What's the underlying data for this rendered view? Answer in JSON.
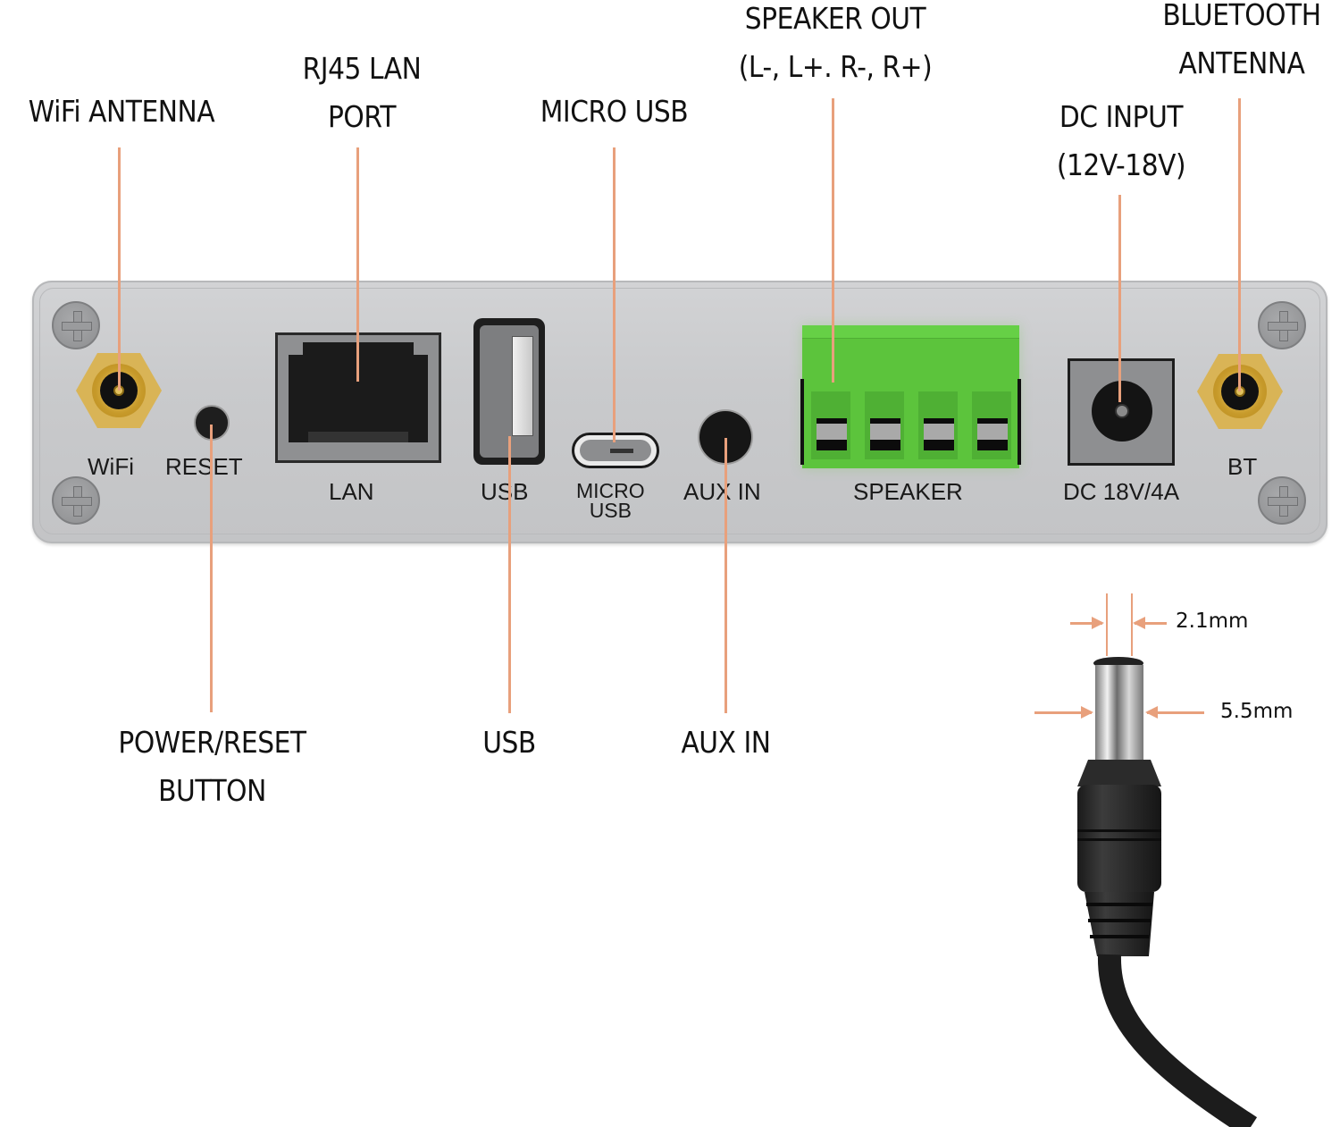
{
  "callouts": {
    "wifi_antenna": "WiFi  ANTENNA",
    "rj45_line1": "RJ45 LAN",
    "rj45_line2": "PORT",
    "micro_usb": "MICRO  USB",
    "speaker_out_line1": "SPEAKER  OUT",
    "speaker_out_line2": "(L-, L+. R-, R+)",
    "dc_input_line1": "DC INPUT",
    "dc_input_line2": "(12V-18V)",
    "bluetooth_line1": "BLUETOOTH",
    "bluetooth_line2": "ANTENNA",
    "power_reset_line1": "POWER/RESET",
    "power_reset_line2": "BUTTON",
    "usb": "USB",
    "aux_in": "AUX IN"
  },
  "panel_labels": {
    "wifi": "WiFi",
    "reset": "RESET",
    "lan": "LAN",
    "usb": "USB",
    "micro_usb_line1": "MICRO",
    "micro_usb_line2": "USB",
    "aux_in": "AUX IN",
    "speaker": "SPEAKER",
    "dc": "DC 18V/4A",
    "bt": "BT"
  },
  "plug_dimensions": {
    "inner_diameter": "2.1mm",
    "outer_diameter": "5.5mm"
  },
  "colors": {
    "leader_line": "#e8a07c",
    "panel": "#c9cacc",
    "speaker_terminal": "#5cc43c",
    "antenna_gold": "#d9b456"
  }
}
